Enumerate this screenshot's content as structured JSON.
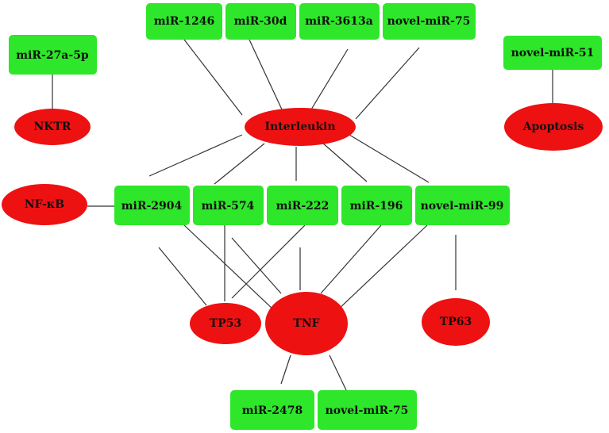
{
  "colors": {
    "mirna_fill": "#2ee62a",
    "gene_fill": "#ee1111",
    "edge": "#333333",
    "text": "#111111"
  },
  "mirnas": {
    "mir_1246": "miR-1246",
    "mir_30d": "miR-30d",
    "mir_3613a": "miR-3613a",
    "novel_mir_75_top": "novel-miR-75",
    "mir_27a_5p": "miR-27a-5p",
    "novel_mir_51": "novel-miR-51",
    "mir_2904": "miR-2904",
    "mir_574": "miR-574",
    "mir_222": "miR-222",
    "mir_196": "miR-196",
    "novel_mir_99": "novel-miR-99",
    "mir_2478": "miR-2478",
    "novel_mir_75_bottom": "novel-miR-75"
  },
  "genes": {
    "nktr": "NKTR",
    "interleukin": "Interleukin",
    "apoptosis": "Apoptosis",
    "nf_kb": "NF-κB",
    "tp53": "TP53",
    "tnf": "TNF",
    "tp63": "TP63"
  },
  "interactions": [
    [
      "mir_1246",
      "interleukin"
    ],
    [
      "mir_30d",
      "interleukin"
    ],
    [
      "mir_3613a",
      "interleukin"
    ],
    [
      "novel_mir_75_top",
      "interleukin"
    ],
    [
      "mir_27a_5p",
      "nktr"
    ],
    [
      "novel_mir_51",
      "apoptosis"
    ],
    [
      "interleukin",
      "mir_2904"
    ],
    [
      "interleukin",
      "mir_574"
    ],
    [
      "interleukin",
      "mir_222"
    ],
    [
      "interleukin",
      "mir_196"
    ],
    [
      "interleukin",
      "novel_mir_99"
    ],
    [
      "nf_kb",
      "mir_2904"
    ],
    [
      "mir_2904",
      "tp53"
    ],
    [
      "mir_2904",
      "tnf"
    ],
    [
      "mir_574",
      "tp53"
    ],
    [
      "mir_574",
      "tnf"
    ],
    [
      "mir_222",
      "tp53"
    ],
    [
      "mir_222",
      "tnf"
    ],
    [
      "mir_196",
      "tnf"
    ],
    [
      "novel_mir_99",
      "tnf"
    ],
    [
      "novel_mir_99",
      "tp63"
    ],
    [
      "tnf",
      "mir_2478"
    ],
    [
      "tnf",
      "novel_mir_75_bottom"
    ]
  ]
}
